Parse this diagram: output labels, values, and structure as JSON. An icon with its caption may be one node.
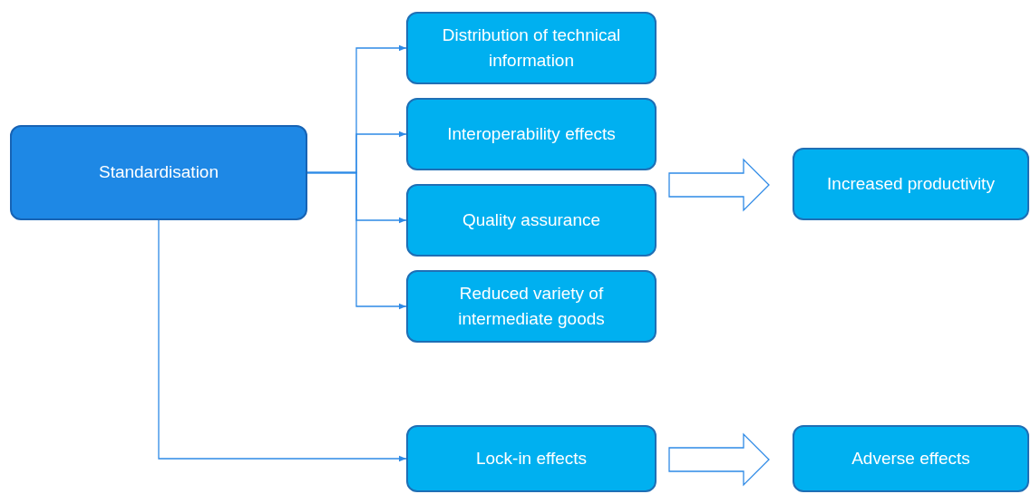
{
  "diagram": {
    "nodes": [
      {
        "text": [
          "Standardisation"
        ]
      },
      {
        "text": [
          "Distribution of technical information"
        ]
      },
      {
        "text": [
          "Interoperability effects"
        ]
      },
      {
        "text": [
          "Quality assurance"
        ]
      },
      {
        "text": [
          "Reduced variety of intermediate goods"
        ]
      },
      {
        "text": [
          "Increased productivity"
        ]
      },
      {
        "text": [
          "Lock-in effects"
        ]
      },
      {
        "text": [
          "Adverse effects"
        ]
      }
    ],
    "edges": [
      {
        "from": 0,
        "to": 1,
        "arrow": "to"
      },
      {
        "from": 0,
        "to": 2,
        "arrow": "to"
      },
      {
        "from": 0,
        "to": 3,
        "arrow": "to"
      },
      {
        "from": 0,
        "to": 4,
        "arrow": "to"
      },
      {
        "from": 0,
        "to": 6,
        "arrow": "to"
      },
      {
        "from": 1,
        "to": 5,
        "arrow": "to",
        "style": "thick"
      },
      {
        "from": 2,
        "to": 5,
        "arrow": "to",
        "style": "thick"
      },
      {
        "from": 3,
        "to": 5,
        "arrow": "to",
        "style": "thick"
      },
      {
        "from": 4,
        "to": 5,
        "arrow": "to",
        "style": "thick"
      },
      {
        "from": 6,
        "to": 7,
        "arrow": "to",
        "style": "thick"
      }
    ]
  }
}
